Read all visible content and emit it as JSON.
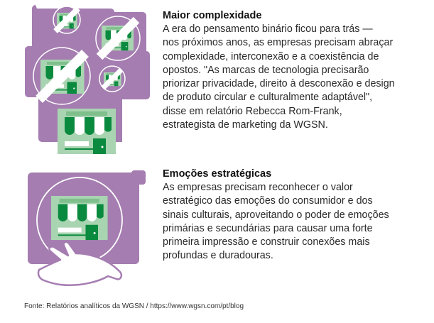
{
  "sections": [
    {
      "title": "Maior complexidade",
      "lines": [
        "A era do pensamento binário ficou para trás —",
        "nos próximos anos, as empresas precisam abraçar",
        "complexidade, interconexão e a coexistência de",
        "opostos. \"As marcas de tecnologia precisarão",
        "priorizar privacidade, direito à desconexão e design",
        "de produto circular e culturalmente adaptável\",",
        "disse em relatório Rebecca Rom-Frank,",
        "estrategista de marketing da WGSN."
      ]
    },
    {
      "title": "Emoções estratégicas",
      "lines": [
        "As empresas precisam reconhecer o valor",
        "estratégico das emoções do consumidor e dos",
        "sinais culturais, aproveitando o poder de emoções",
        "primárias e secundárias para causar uma forte",
        "primeira impressão e construir conexões mais",
        "profundas e duradouras."
      ]
    }
  ],
  "footer": "Fonte: Relatórios analíticos da WGSN / https://www.wgsn.com/pt/blog",
  "colors": {
    "purple": "#a57db1",
    "green_dark": "#0a8a3e",
    "green_light": "#a9d4b1"
  }
}
